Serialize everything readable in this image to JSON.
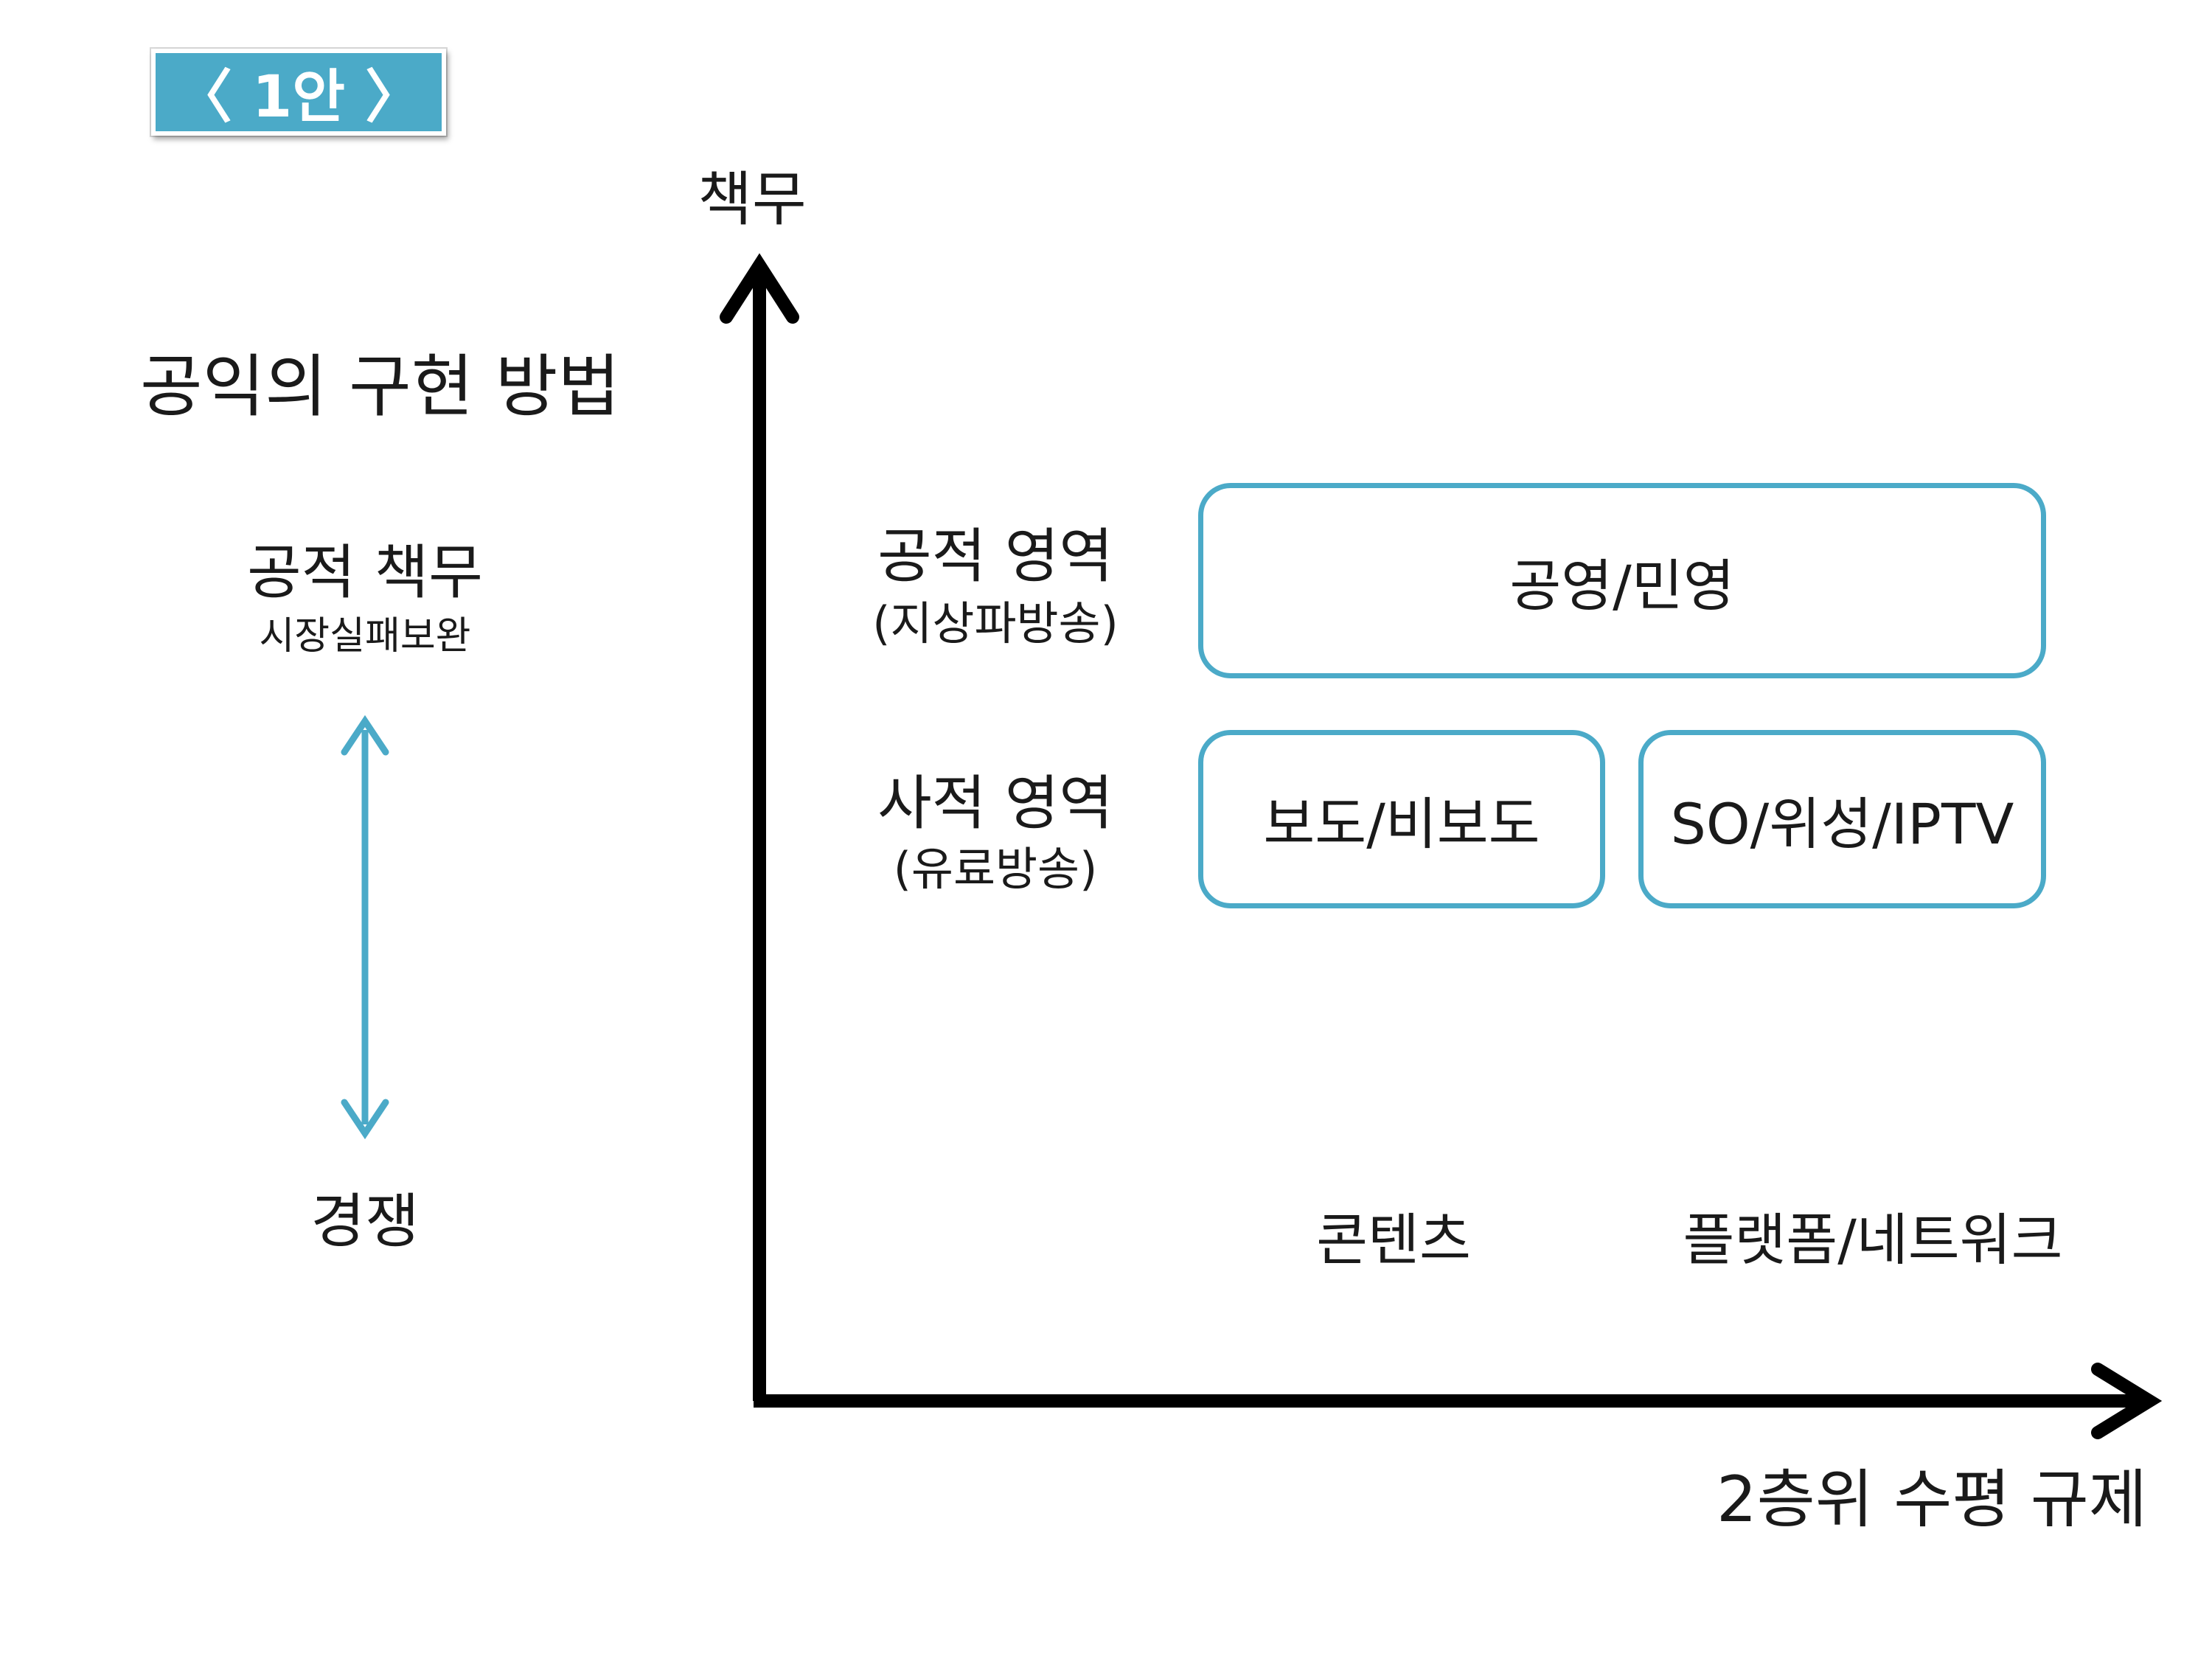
{
  "badge": "〈 1안 〉",
  "left_panel": {
    "title": "공익의 구현 방법",
    "top_label": "공적 책무",
    "top_sublabel": "시장실패보완",
    "bottom_label": "경쟁"
  },
  "y_axis_label": "책무",
  "x_axis_label": "2층위 수평 규제",
  "rows": [
    {
      "label": "공적 영역",
      "sublabel": "(지상파방송)"
    },
    {
      "label": "사적 영역",
      "sublabel": "(유료방송)"
    }
  ],
  "boxes": {
    "public": "공영/민영",
    "news": "보도/비보도",
    "platform": "SO/위성/IPTV"
  },
  "columns": {
    "content": "콘텐츠",
    "platform_network": "플랫폼/네트워크"
  },
  "colors": {
    "accent": "#4BAAC8",
    "axis": "#000000",
    "text": "#1a1a1a"
  }
}
